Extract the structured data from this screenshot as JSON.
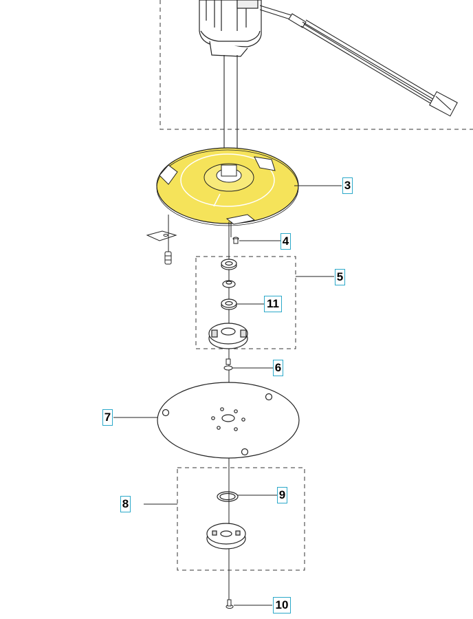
{
  "diagram": {
    "callouts": [
      {
        "id": "3",
        "label": "3"
      },
      {
        "id": "4",
        "label": "4"
      },
      {
        "id": "5",
        "label": "5"
      },
      {
        "id": "11",
        "label": "11"
      },
      {
        "id": "6",
        "label": "6"
      },
      {
        "id": "7",
        "label": "7"
      },
      {
        "id": "8",
        "label": "8"
      },
      {
        "id": "9",
        "label": "9"
      },
      {
        "id": "10",
        "label": "10"
      }
    ],
    "colors": {
      "highlight": "#f5e35a",
      "callout_border": "#2aa8c9",
      "line": "#222222"
    }
  }
}
